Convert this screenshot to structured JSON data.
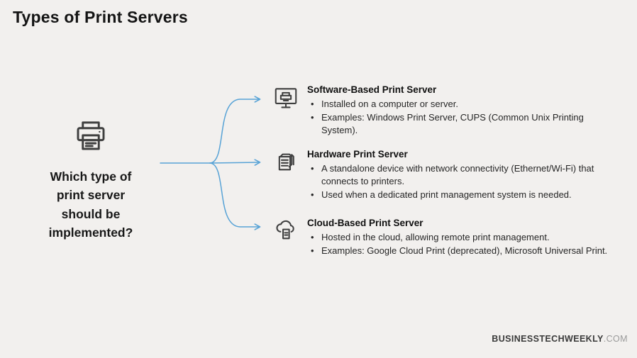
{
  "page": {
    "title": "Types of Print Servers",
    "question": "Which type of print server should be implemented?",
    "footer": {
      "brand": "BUSINESSTECHWEEKLY",
      "tld": ".COM"
    }
  },
  "colors": {
    "background": "#f2f0ee",
    "arrow": "#58a3d6",
    "icon": "#3f3f3f",
    "title_text": "#141414",
    "body_text": "#262626"
  },
  "icons": {
    "left": "printer-icon",
    "branch_1": "monitor-printer-icon",
    "branch_2": "document-stack-icon",
    "branch_3": "cloud-print-icon"
  },
  "branches": [
    {
      "title": "Software-Based Print Server",
      "bullets": [
        "Installed on a computer or server.",
        "Examples: Windows Print Server, CUPS (Common Unix Printing System)."
      ]
    },
    {
      "title": "Hardware Print Server",
      "bullets": [
        "A standalone device with network connectivity (Ethernet/Wi-Fi) that connects to printers.",
        "Used when a dedicated print management system is needed."
      ]
    },
    {
      "title": "Cloud-Based Print Server",
      "bullets": [
        "Hosted in the cloud, allowing remote print management.",
        "Examples: Google Cloud Print (deprecated), Microsoft Universal Print."
      ]
    }
  ]
}
